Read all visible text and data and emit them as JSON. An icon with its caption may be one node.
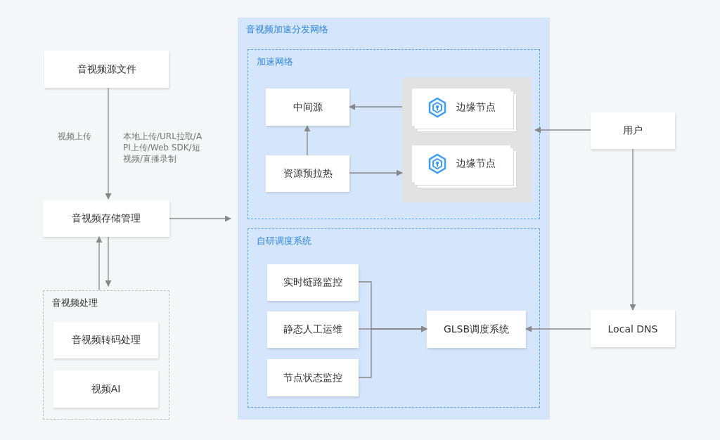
{
  "diagram": {
    "nodes": [
      {
        "text": [
          "音视频源文件"
        ]
      },
      {
        "text": [
          "音视频存储管理"
        ]
      },
      {
        "text": [
          "音视频处理"
        ]
      },
      {
        "text": [
          "音视频转码处理"
        ],
        "in": 2
      },
      {
        "text": [
          "视频AI"
        ],
        "in": 2
      },
      {
        "text": [
          "音视频加速分发网络"
        ]
      },
      {
        "text": [
          "加速网络"
        ],
        "in": 5
      },
      {
        "text": [
          "中间源"
        ],
        "in": 6
      },
      {
        "text": [
          "资源预拉热"
        ],
        "in": 6
      },
      {
        "text": [],
        "shape": "box",
        "in": 6
      },
      {
        "text": [
          "边缘节点"
        ],
        "in": 9
      },
      {
        "text": [
          "边缘节点"
        ],
        "in": 9
      },
      {
        "text": [
          "自研调度系统"
        ],
        "in": 5
      },
      {
        "text": [
          "实时链路监控"
        ],
        "in": 12
      },
      {
        "text": [
          "静态人工运维"
        ],
        "in": 12
      },
      {
        "text": [
          "节点状态监控"
        ],
        "in": 12
      },
      {
        "text": [
          "GLSB调度系统"
        ],
        "in": 12
      },
      {
        "text": [
          "用户"
        ]
      },
      {
        "text": [
          "Local DNS"
        ]
      }
    ],
    "edges": [
      {
        "from": 0,
        "to": 1,
        "arrow": "to"
      },
      {
        "from": 1,
        "to": 5,
        "arrow": "to"
      },
      {
        "from": 2,
        "to": 1,
        "arrow": "to"
      },
      {
        "from": 1,
        "to": 2,
        "arrow": "to"
      },
      {
        "from": 9,
        "to": 7,
        "arrow": "to"
      },
      {
        "from": 8,
        "to": 7,
        "arrow": "to"
      },
      {
        "from": 8,
        "to": 9,
        "arrow": "to"
      },
      {
        "from": 17,
        "to": 9,
        "arrow": "to"
      },
      {
        "from": 17,
        "to": 18,
        "arrow": "to"
      },
      {
        "from": 18,
        "to": 16,
        "arrow": "to"
      },
      {
        "from": 13,
        "to": 16,
        "arrow": "to"
      },
      {
        "from": 14,
        "to": 16,
        "arrow": "to"
      },
      {
        "from": 15,
        "to": 16,
        "arrow": "to"
      }
    ],
    "labels": [
      "视频上传",
      "本地上传/URL拉取/API上传/Web SDK/短视频/直播录制"
    ]
  }
}
